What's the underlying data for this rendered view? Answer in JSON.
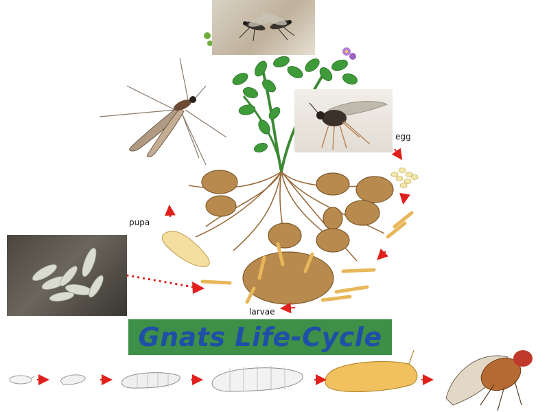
{
  "title": "Gnats Life-Cycle",
  "labels": {
    "egg": "egg",
    "pupa": "pupa",
    "larvae": "larvae"
  },
  "colors": {
    "banner_bg": "#3e8f47",
    "title_text": "#1f4fa8",
    "arrow": "#e0201c",
    "potato": "#b98a4e",
    "leaf": "#3f9a3a",
    "larva": "#e8b75a"
  },
  "photos": [
    {
      "name": "mating-gnats-photo",
      "subject": "two gnats on soil"
    },
    {
      "name": "crane-fly-photo",
      "subject": "adult long-legged fly"
    },
    {
      "name": "adult-gnat-photo",
      "subject": "fungus gnat close-up"
    },
    {
      "name": "pupae-photo",
      "subject": "pupae in soil"
    }
  ],
  "bottom_stages": [
    "egg",
    "early larva",
    "larva",
    "late larva",
    "pupa",
    "adult fly"
  ]
}
